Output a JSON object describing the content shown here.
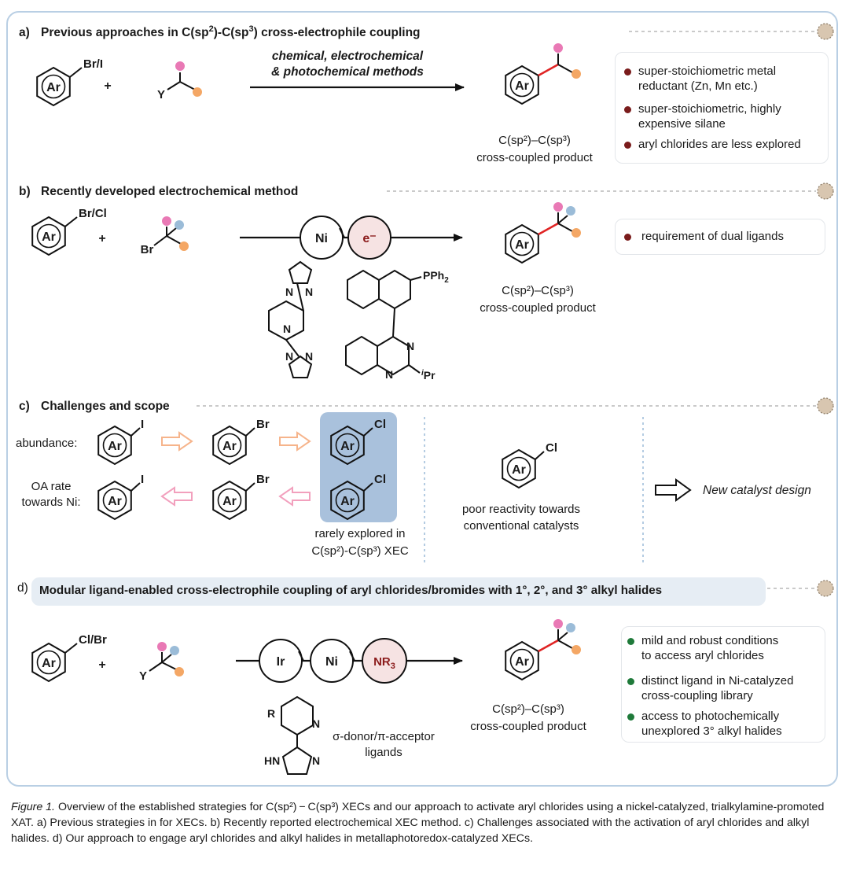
{
  "sections": {
    "a": {
      "letter": "a)",
      "title": "Previous approaches in C(sp",
      "title_sup1": "2",
      "title_mid": ")-C(sp",
      "title_sup2": "3",
      "title_end": ") cross-electrophile coupling",
      "arrow_line1": "chemical, electrochemical",
      "arrow_line2": "& photochemical methods",
      "reactant1_label": "Ar",
      "reactant1_sub": "Br/I",
      "reactant2_sub": "Y",
      "product_label": "Ar",
      "product_line1": "C(sp²)–C(sp³)",
      "product_line2": "cross-coupled product",
      "bullets": [
        {
          "text": "super-stoichiometric metal",
          "text2": "reductant (Zn, Mn etc.)"
        },
        {
          "text": "super-stoichiometric, highly",
          "text2": "expensive silane"
        },
        {
          "text": "aryl chlorides are less explored",
          "text2": ""
        }
      ]
    },
    "b": {
      "letter": "b)",
      "title": "Recently developed electrochemical method",
      "reactant1_label": "Ar",
      "reactant1_sub": "Br/Cl",
      "reactant2_sub": "Br",
      "cycle1": "Ni",
      "cycle2": "e⁻",
      "ligand2_pph": "PPh",
      "ligand2_pph_sub": "2",
      "ligand2_ipr_sup": "i",
      "ligand2_ipr": "Pr",
      "N": "N",
      "product_label": "Ar",
      "product_line1": "C(sp²)–C(sp³)",
      "product_line2": "cross-coupled product",
      "bullets": [
        {
          "text": "requirement of dual ligands"
        }
      ]
    },
    "c": {
      "letter": "c)",
      "title": "Challenges and scope",
      "row1_label": "abundance:",
      "row2_label1": "OA rate",
      "row2_label2": "towards Ni:",
      "I": "I",
      "Br": "Br",
      "Cl": "Cl",
      "Ar": "Ar",
      "highlight_line1": "rarely explored in",
      "highlight_line2": "C(sp²)-C(sp³) XEC",
      "mid_line1": "poor reactivity towards",
      "mid_line2": "conventional catalysts",
      "new_design": "New catalyst design"
    },
    "d": {
      "letter": "d)",
      "title": "Modular ligand-enabled cross-electrophile coupling of aryl chlorides/bromides with 1°, 2°, and 3° alkyl halides",
      "reactant1_label": "Ar",
      "reactant1_sub": "Cl/Br",
      "reactant2_sub": "Y",
      "cycle1": "Ir",
      "cycle2": "Ni",
      "cycle3": "NR",
      "cycle3_sub": "3",
      "ligand_R": "R",
      "ligand_N": "N",
      "ligand_HN": "HN",
      "ligand_text1": "σ-donor/π-acceptor",
      "ligand_text2": "ligands",
      "product_label": "Ar",
      "product_line1": "C(sp²)–C(sp³)",
      "product_line2": "cross-coupled product",
      "bullets": [
        {
          "text": "mild and robust conditions",
          "text2": "to access aryl chlorides"
        },
        {
          "text": "distinct ligand in Ni-catalyzed",
          "text2": "cross-coupling library"
        },
        {
          "text": "access to photochemically",
          "text2": "unexplored 3° alkyl halides"
        }
      ]
    }
  },
  "plus": "+",
  "caption": {
    "fig_label": "Figure 1.",
    "text": " Overview of the established strategies for C(sp²) − C(sp³) XECs and our approach to activate aryl chlorides using a nickel-catalyzed, trialkylamine-promoted XAT. a) Previous strategies in for XECs. b) Recently reported electrochemical XEC method. c) Challenges associated with the activation of aryl chlorides and alkyl halides. d) Our approach to engage aryl chlorides and alkyl halides in metallaphotoredox-catalyzed XECs."
  },
  "colors": {
    "bullet_red": "#7a1c1c",
    "bullet_green": "#1f7a3a",
    "bond_red": "#e02424",
    "pink": "#e979b5",
    "orange": "#f4a765",
    "blue": "#9bbcd8",
    "highlight": "#a9c1dc",
    "frame": "#b9cfe4",
    "arrow_orange": "#f6b48b",
    "arrow_pink": "#f2a0bd",
    "nr3_fill": "#f6e3e3",
    "nr3_text": "#8b1c1c",
    "title_pill": "#e6edf4"
  }
}
